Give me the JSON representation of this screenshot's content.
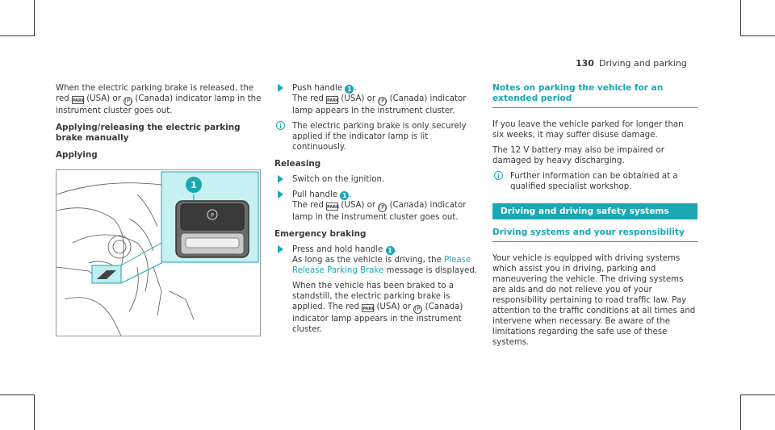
{
  "header": {
    "page_number": "130",
    "section": "Driving and parking"
  },
  "icons": {
    "park_usa": "PARK",
    "park_canada": "(P)",
    "callout": "1",
    "info": "i"
  },
  "col1": {
    "intro_a": "When the electric parking brake is released, the red",
    "intro_b": "(USA) or",
    "intro_c": "(Canada) indicator lamp in the instrument cluster goes out.",
    "heading": "Applying/releasing the electric parking brake manually",
    "subheading": "Applying"
  },
  "col2": {
    "step1_a": "Push handle",
    "step1_b": ".",
    "step1_c": "The red",
    "step1_d": "(USA) or",
    "step1_e": "(Canada) indicator lamp appears in the instrument cluster.",
    "note1": "The electric parking brake is only securely applied if the indicator lamp is lit continuously.",
    "releasing": "Releasing",
    "step2": "Switch on the ignition.",
    "step3_a": "Pull handle",
    "step3_b": ".",
    "step3_c": "The red",
    "step3_d": "(USA) or",
    "step3_e": "(Canada) indicator lamp in the instrument cluster goes out.",
    "emergency": "Emergency braking",
    "step4_a": "Press and hold handle",
    "step4_b": ".",
    "step4_c": "As long as the vehicle is driving, the",
    "step4_msg": "Please Release Parking Brake",
    "step4_d": "message is displayed.",
    "step4_e": "When the vehicle has been braked to a standstill, the electric parking brake is applied. The red",
    "step4_f": "(USA) or",
    "step4_g": "(Canada) indicator lamp appears in the instrument cluster."
  },
  "col3": {
    "title": "Notes on parking the vehicle for an extended period",
    "p1": "If you leave the vehicle parked for longer than six weeks, it may suffer disuse damage.",
    "p2": "The 12 V battery may also be impaired or damaged by heavy discharging.",
    "note": "Further information can be obtained at a qualified specialist workshop.",
    "band": "Driving and driving safety systems",
    "subtitle": "Driving systems and your responsibility",
    "p3": "Your vehicle is equipped with driving systems which assist you in driving, parking and maneuvering the vehicle. The driving systems are aids and do not relieve you of your responsibility pertaining to road traffic law. Pay attention to the traffic conditions at all times and intervene when necessary. Be aware of the limitations regarding the safe use of these systems."
  }
}
